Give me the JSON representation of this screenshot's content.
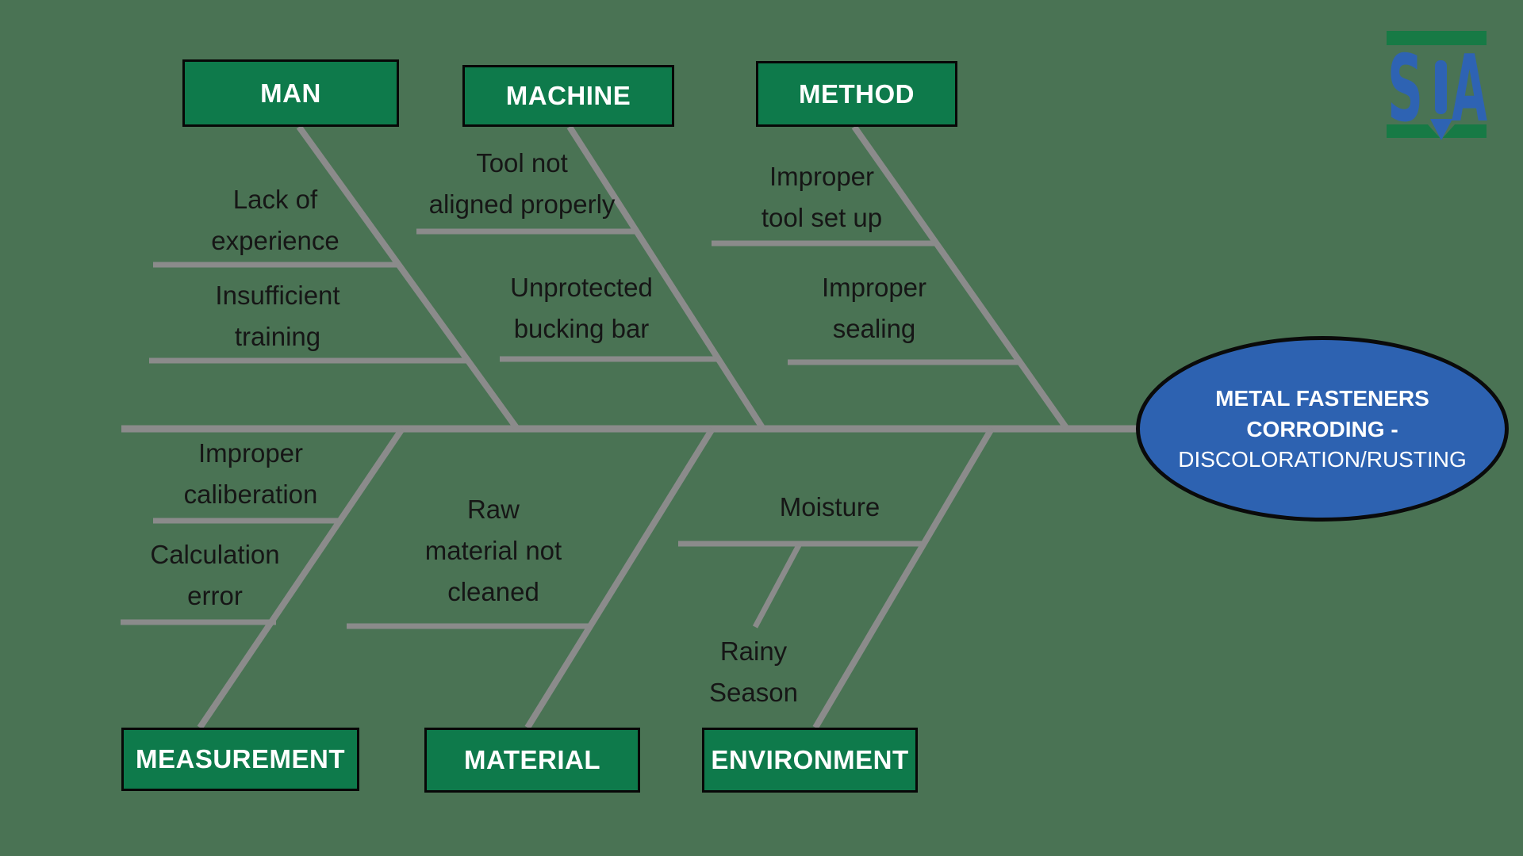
{
  "diagram": {
    "type": "fishbone-cause-and-effect",
    "effect": {
      "title": "METAL FASTENERS\nCORRODING -",
      "subtitle": "DISCOLORATION/RUSTING"
    },
    "top_categories": [
      {
        "id": "man",
        "label": "MAN",
        "causes": [
          "Lack of\nexperience",
          "Insufficient\ntraining"
        ]
      },
      {
        "id": "machine",
        "label": "MACHINE",
        "causes": [
          "Tool not\naligned properly",
          "Unprotected\nbucking bar"
        ]
      },
      {
        "id": "method",
        "label": "METHOD",
        "causes": [
          "Improper\ntool set up",
          "Improper\nsealing"
        ]
      }
    ],
    "bottom_categories": [
      {
        "id": "measurement",
        "label": "MEASUREMENT",
        "causes": [
          "Improper\ncaliberation",
          "Calculation\nerror"
        ]
      },
      {
        "id": "material",
        "label": "MATERIAL",
        "causes": [
          "Raw\nmaterial not\ncleaned"
        ]
      },
      {
        "id": "environment",
        "label": "ENVIRONMENT",
        "causes": [
          "Moisture",
          "Rainy\nSeason"
        ]
      }
    ]
  },
  "logo": {
    "letter_s": "S",
    "letter_a": "A"
  },
  "colors": {
    "background_green": "#4A7354",
    "category_box_green": "#0E7A4B",
    "box_border_black": "#070707",
    "line_gray": "#8b8b8b",
    "cause_text_black": "#161616",
    "effect_blue": "#2D62B1",
    "effect_border_black": "#0a0a0a",
    "effect_text_white": "#ffffff",
    "logo_blue": "#2E63B3",
    "logo_green": "#177A45"
  }
}
